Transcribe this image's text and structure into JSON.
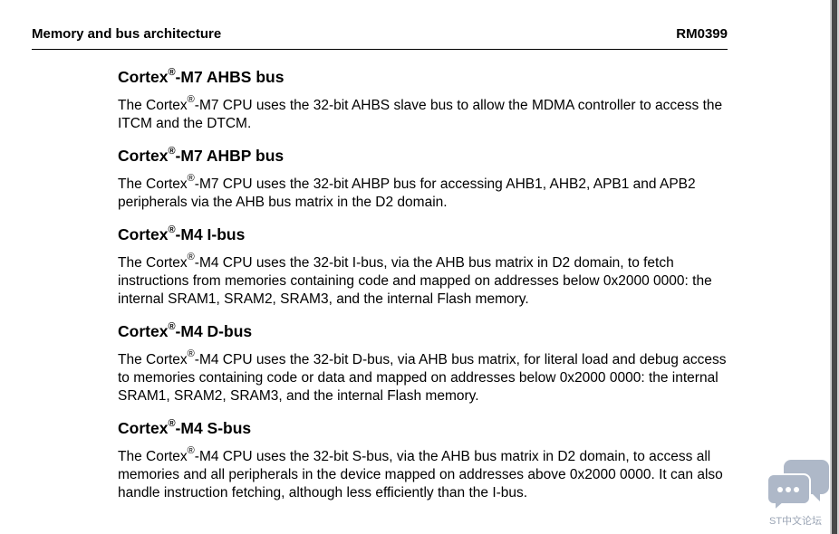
{
  "header": {
    "title": "Memory and bus architecture",
    "doc_id": "RM0399"
  },
  "sections": [
    {
      "heading_pre": "Cortex",
      "heading_reg": "®",
      "heading_post": "-M7 AHBS bus",
      "body_pre": "The Cortex",
      "body_reg": "®",
      "body_post": "-M7 CPU uses the 32-bit AHBS slave bus to allow the MDMA controller to access the ITCM and the DTCM."
    },
    {
      "heading_pre": "Cortex",
      "heading_reg": "®",
      "heading_post": "-M7 AHBP bus",
      "body_pre": "The Cortex",
      "body_reg": "®",
      "body_post": "-M7 CPU uses the 32-bit AHBP bus for accessing AHB1, AHB2, APB1 and APB2 peripherals via the AHB bus matrix in the D2 domain."
    },
    {
      "heading_pre": "Cortex",
      "heading_reg": "®",
      "heading_post": "-M4 I-bus",
      "body_pre": "The Cortex",
      "body_reg": "®",
      "body_post": "-M4 CPU uses the 32-bit I-bus, via the AHB bus matrix in D2 domain, to fetch instructions from memories containing code and mapped on addresses below 0x2000 0000: the internal SRAM1, SRAM2, SRAM3, and the internal Flash memory."
    },
    {
      "heading_pre": "Cortex",
      "heading_reg": "®",
      "heading_post": "-M4 D-bus",
      "body_pre": "The Cortex",
      "body_reg": "®",
      "body_post": "-M4 CPU uses the 32-bit D-bus, via AHB bus matrix, for literal load and debug access to memories containing code or data and mapped on addresses below 0x2000 0000: the internal SRAM1, SRAM2, SRAM3, and the internal Flash memory."
    },
    {
      "heading_pre": "Cortex",
      "heading_reg": "®",
      "heading_post": "-M4 S-bus",
      "body_pre": "The Cortex",
      "body_reg": "®",
      "body_post": "-M4 CPU uses the 32-bit S-bus, via the AHB bus matrix in D2 domain, to access all memories and all peripherals in the device mapped on addresses above 0x2000 0000. It can also handle instruction fetching, although less efficiently than the I-bus."
    }
  ],
  "widget": {
    "label": "ST中文论坛",
    "icon": "chat-bubbles-icon",
    "color": "#aeb8c8"
  }
}
